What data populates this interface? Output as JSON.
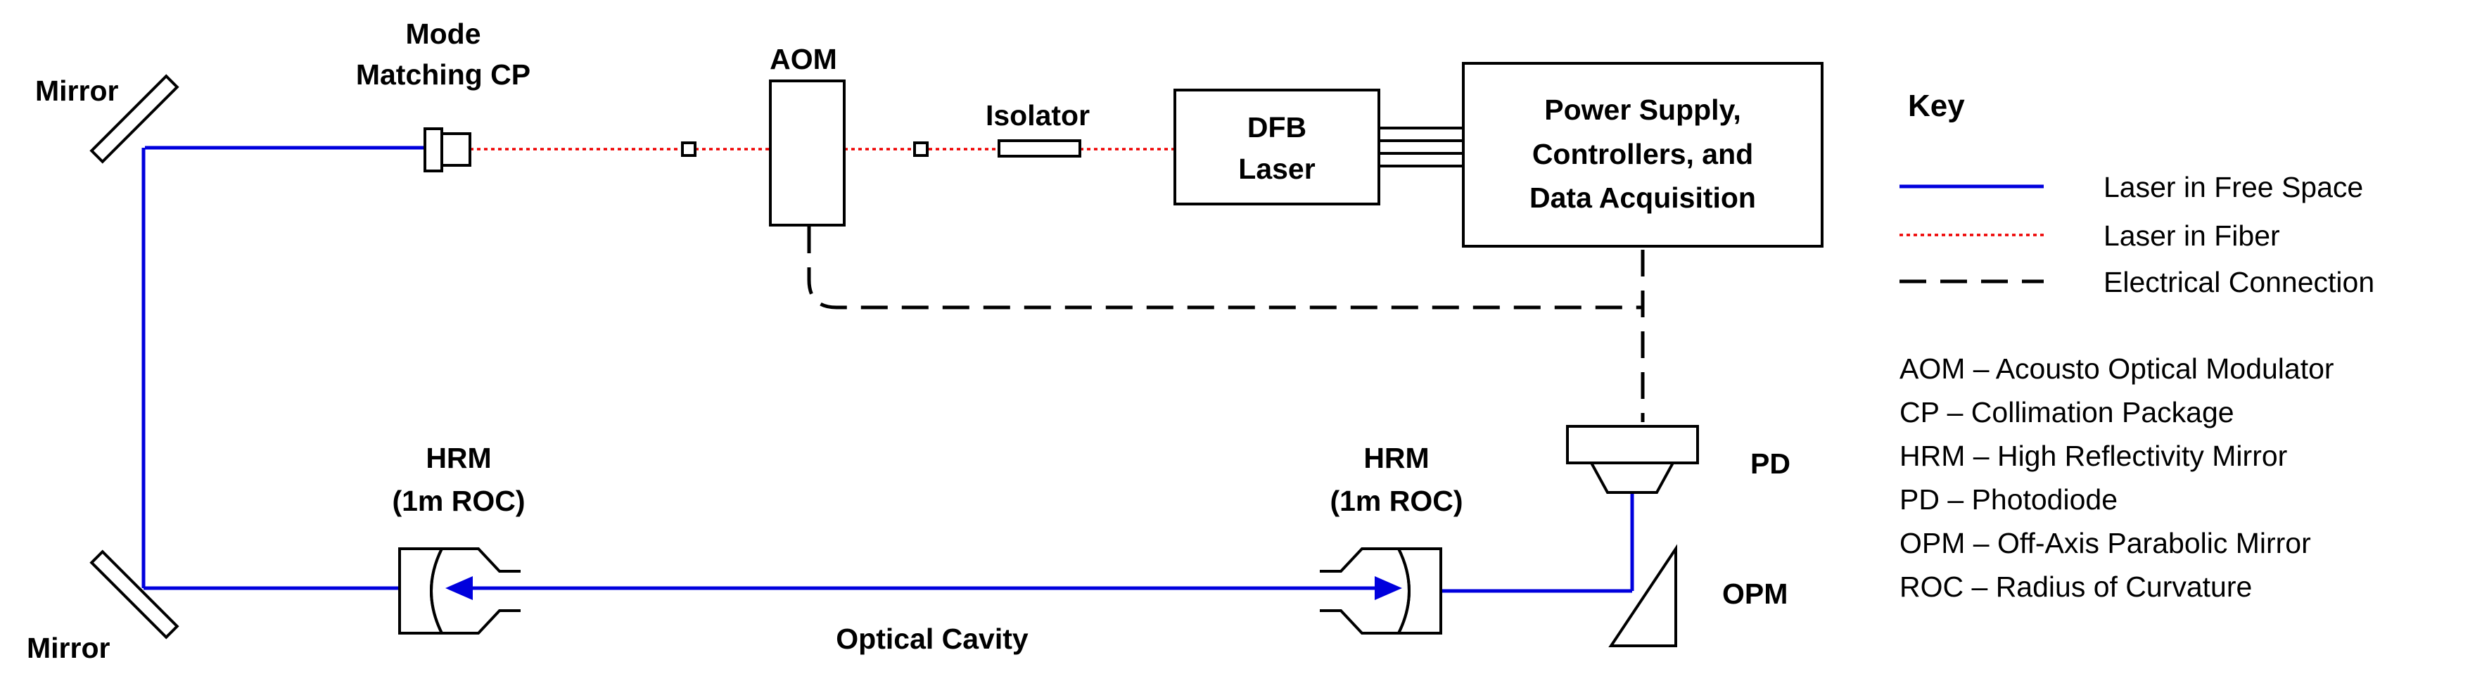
{
  "components": {
    "mirror_top": "Mirror",
    "mirror_bottom": "Mirror",
    "mode_matching_cp_line1": "Mode",
    "mode_matching_cp_line2": "Matching CP",
    "aom": "AOM",
    "isolator": "Isolator",
    "dfb_laser_line1": "DFB",
    "dfb_laser_line2": "Laser",
    "power_supply_line1": "Power Supply,",
    "power_supply_line2": "Controllers, and",
    "power_supply_line3": "Data Acquisition",
    "hrm_left_line1": "HRM",
    "hrm_left_line2": "(1m ROC)",
    "hrm_right_line1": "HRM",
    "hrm_right_line2": "(1m ROC)",
    "pd": "PD",
    "opm": "OPM",
    "optical_cavity": "Optical Cavity"
  },
  "key": {
    "title": "Key",
    "line_items": [
      {
        "label": "Laser in Free Space",
        "style": "solid",
        "color": "#0000dd"
      },
      {
        "label": "Laser  in Fiber",
        "style": "dotted",
        "color": "#ee0000"
      },
      {
        "label": "Electrical Connection",
        "style": "dashed",
        "color": "#000000"
      }
    ],
    "abbreviations": [
      "AOM – Acousto Optical Modulator",
      "CP – Collimation Package",
      "HRM – High Reflectivity Mirror",
      "PD – Photodiode",
      "OPM – Off-Axis Parabolic Mirror",
      "ROC – Radius of Curvature"
    ]
  }
}
